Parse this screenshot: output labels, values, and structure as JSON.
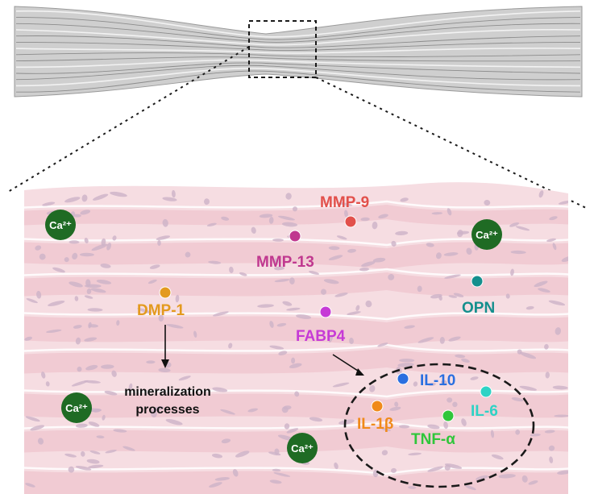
{
  "colors": {
    "tissue_bg": "#f6dde2",
    "tissue_band": "#efc4cd",
    "tissue_edge": "#e9b6c1",
    "cell": "#cdb3c8",
    "tendon_fill": "#cfcfcf",
    "tendon_line": "#8c8c8c",
    "calcium": "#1f6b24",
    "mmp9": "#e2504b",
    "mmp13": "#c0388f",
    "dmp1": "#e39a1e",
    "opn": "#148f8d",
    "fabp4": "#c63ad6",
    "il10": "#2a6fe0",
    "il1b": "#f08a1a",
    "il6": "#2dd3c5",
    "tnfa": "#2fc63a"
  },
  "labels": {
    "mmp9": "MMP-9",
    "mmp13": "MMP-13",
    "dmp1": "DMP-1",
    "opn": "OPN",
    "fabp4": "FABP4",
    "il10": "IL-10",
    "il1b": "IL-1β",
    "il6": "IL-6",
    "tnfa": "TNF-α",
    "mineralization_line1": "mineralization",
    "mineralization_line2": "processes",
    "calcium": "Ca²⁺"
  }
}
